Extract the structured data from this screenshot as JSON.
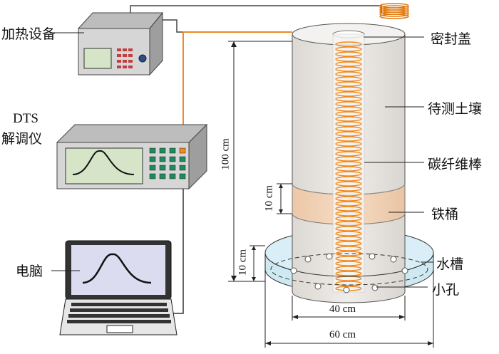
{
  "labels": {
    "heater": "加热设备",
    "dts_line1": "DTS",
    "dts_line2": "解调仪",
    "computer": "电脑",
    "seal_cover": "密封盖",
    "soil": "待测土壤",
    "carbon_rod": "碳纤维棒",
    "iron_bucket": "铁桶",
    "water_tank": "水槽",
    "small_hole": "小孔"
  },
  "dimensions": {
    "total_height": "100 cm",
    "iron_band": "10 cm",
    "tank_height": "10 cm",
    "inner_diameter": "40 cm",
    "outer_diameter": "60 cm"
  },
  "colors": {
    "soil": "#e9e6e2",
    "iron_band": "#f2d2b6",
    "tank": "#cfe9f2",
    "fiber": "#f08a1f",
    "device": "#d9d9d9",
    "screen": "#d6e4c8"
  }
}
